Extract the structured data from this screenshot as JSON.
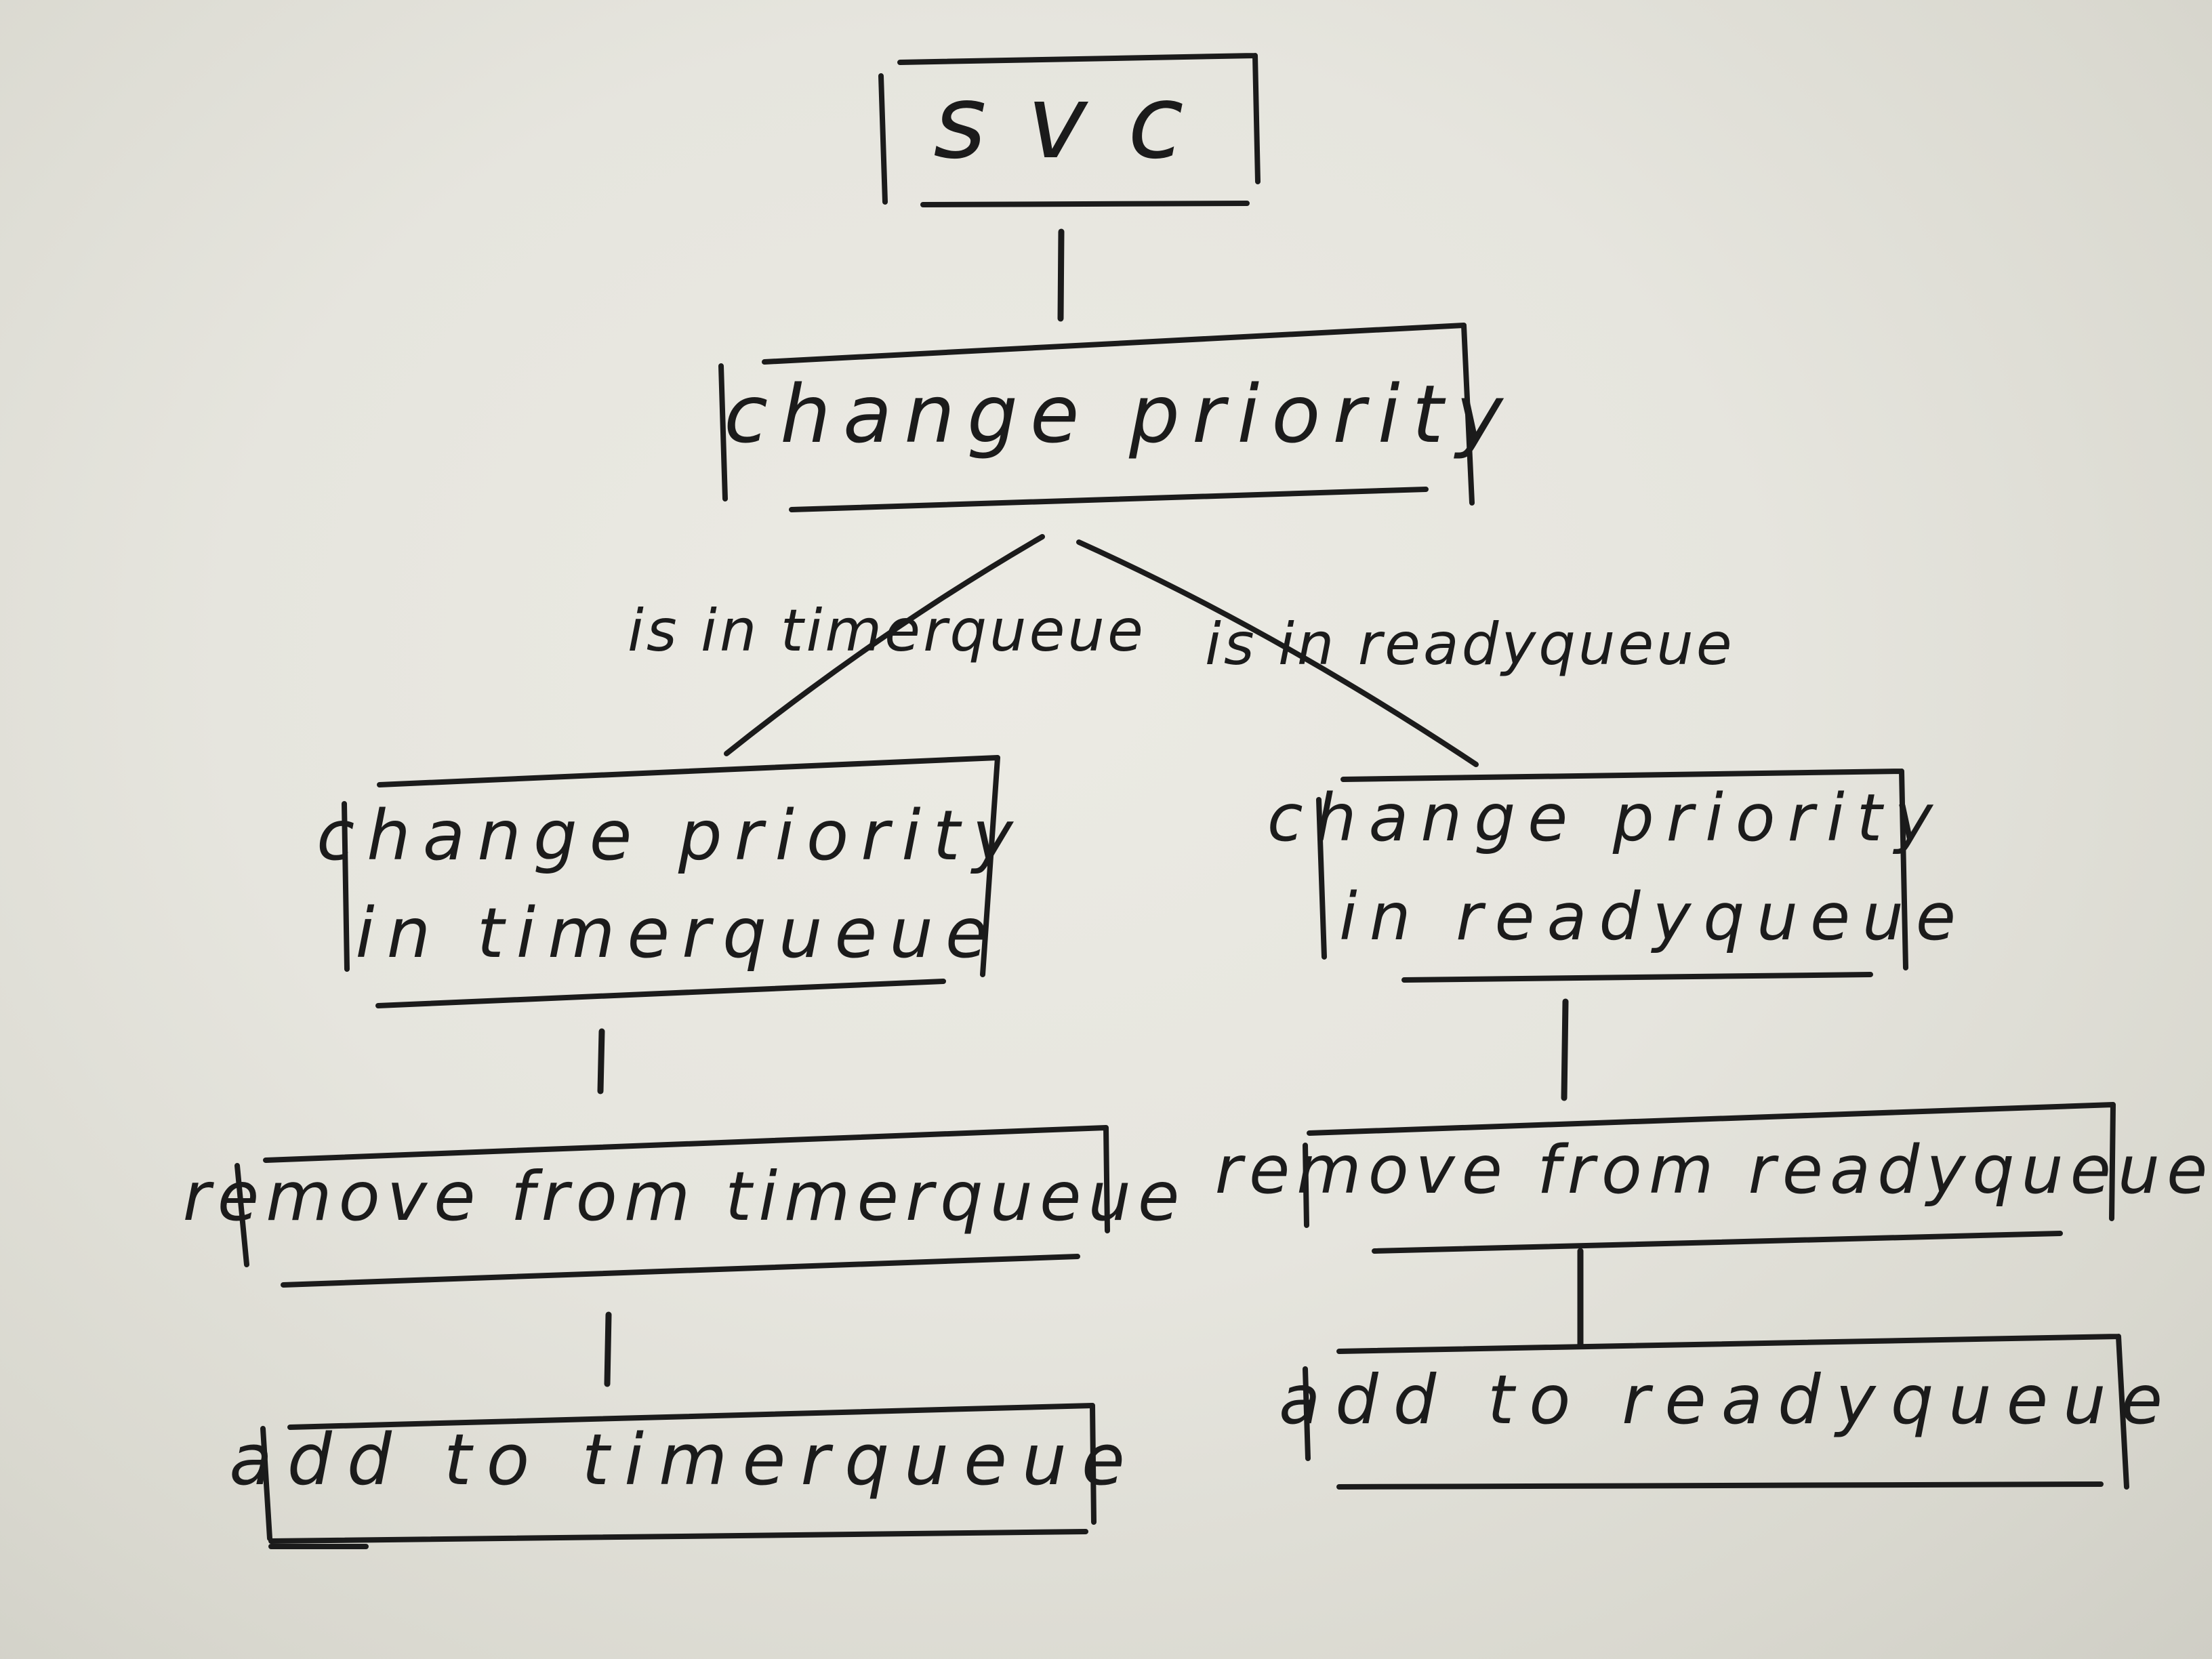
{
  "diagram": {
    "nodes": {
      "svc": "svc",
      "change_priority": "change priority",
      "timer_branch": {
        "line1": "change priority",
        "line2": "in timerqueue"
      },
      "ready_branch": {
        "line1": "change priority",
        "line2": "in readyqueue"
      },
      "remove_timer": "remove from timerqueue",
      "add_timer": "add to timerqueue",
      "remove_ready": "remove from readyqueue",
      "add_ready": "add to readyqueue"
    },
    "edges": {
      "timer_condition": "is in timerqueue",
      "ready_condition": "is in readyqueue"
    }
  },
  "colors": {
    "paper": "#e6e5de",
    "ink": "#1b1b1b"
  }
}
